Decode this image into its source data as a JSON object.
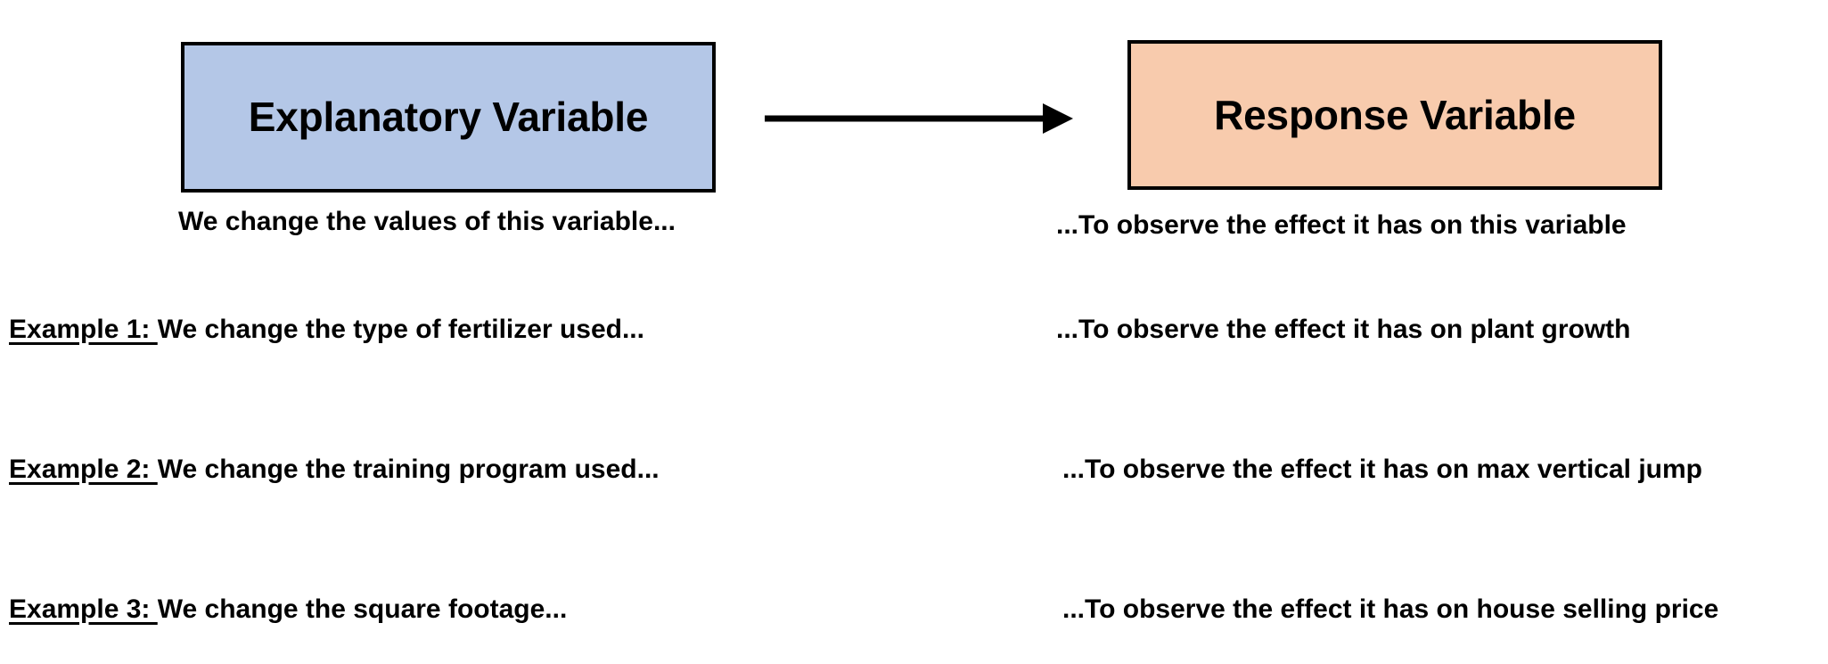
{
  "diagram": {
    "title": "Explanatory Variable and Response Variable",
    "colors": {
      "explanatory_fill": "#b4c7e7",
      "response_fill": "#f8cbad",
      "border": "#000000",
      "arrow": "#000000",
      "background": "#ffffff",
      "text": "#000000"
    },
    "boxes": {
      "explanatory": {
        "label": "Explanatory Variable",
        "caption": "We change the values of this variable..."
      },
      "response": {
        "label": "Response Variable",
        "caption": "...To observe the effect it has on this variable"
      }
    },
    "arrow": {
      "icon_name": "right-arrow-icon",
      "direction": "left-to-right"
    },
    "examples": [
      {
        "label": "Example 1: ",
        "explanatory": "We change the type of fertilizer used...",
        "response": "...To observe the effect it has on plant growth"
      },
      {
        "label": "Example 2: ",
        "explanatory": "We change the training program used...",
        "response": "...To observe the effect it has on max vertical jump"
      },
      {
        "label": "Example 3: ",
        "explanatory": "We change the square footage...",
        "response": "...To observe the effect it has on house selling price"
      }
    ]
  }
}
